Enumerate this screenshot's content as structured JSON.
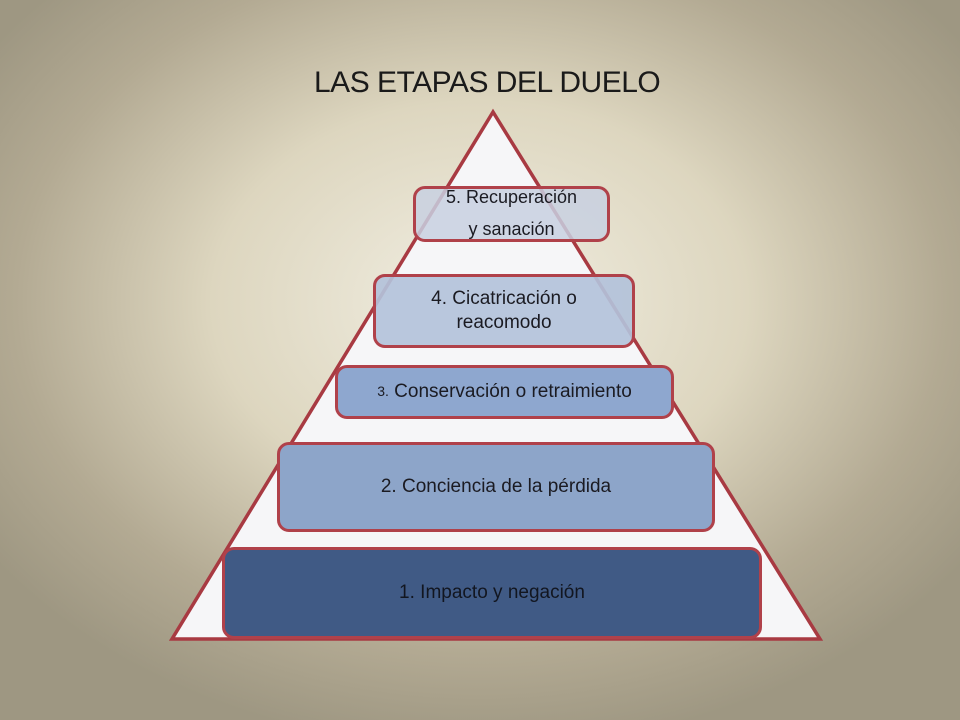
{
  "title": "LAS ETAPAS DEL DUELO",
  "pyramid": {
    "outline_color": "#b0414a",
    "fill_color": "#f6f6f8",
    "levels": [
      {
        "number": "1.",
        "text": "Impacto y negación",
        "label": "1. Impacto y negación",
        "color": "#405a85"
      },
      {
        "number": "2.",
        "text": "Conciencia de la pérdida",
        "label": "2. Conciencia de la pérdida",
        "color": "#8da5c9"
      },
      {
        "number": "3.",
        "text": "Conservación o retraimiento",
        "label": "Conservación o retraimiento",
        "color": "#8ea7cf"
      },
      {
        "number": "4.",
        "line1": "4. Cicatricación o",
        "line2": "reacomodo",
        "color": "#b3c2da"
      },
      {
        "number": "5.",
        "line1": "5. Recuperación",
        "line2": "y sanación",
        "color": "#c8d0e0"
      }
    ]
  }
}
